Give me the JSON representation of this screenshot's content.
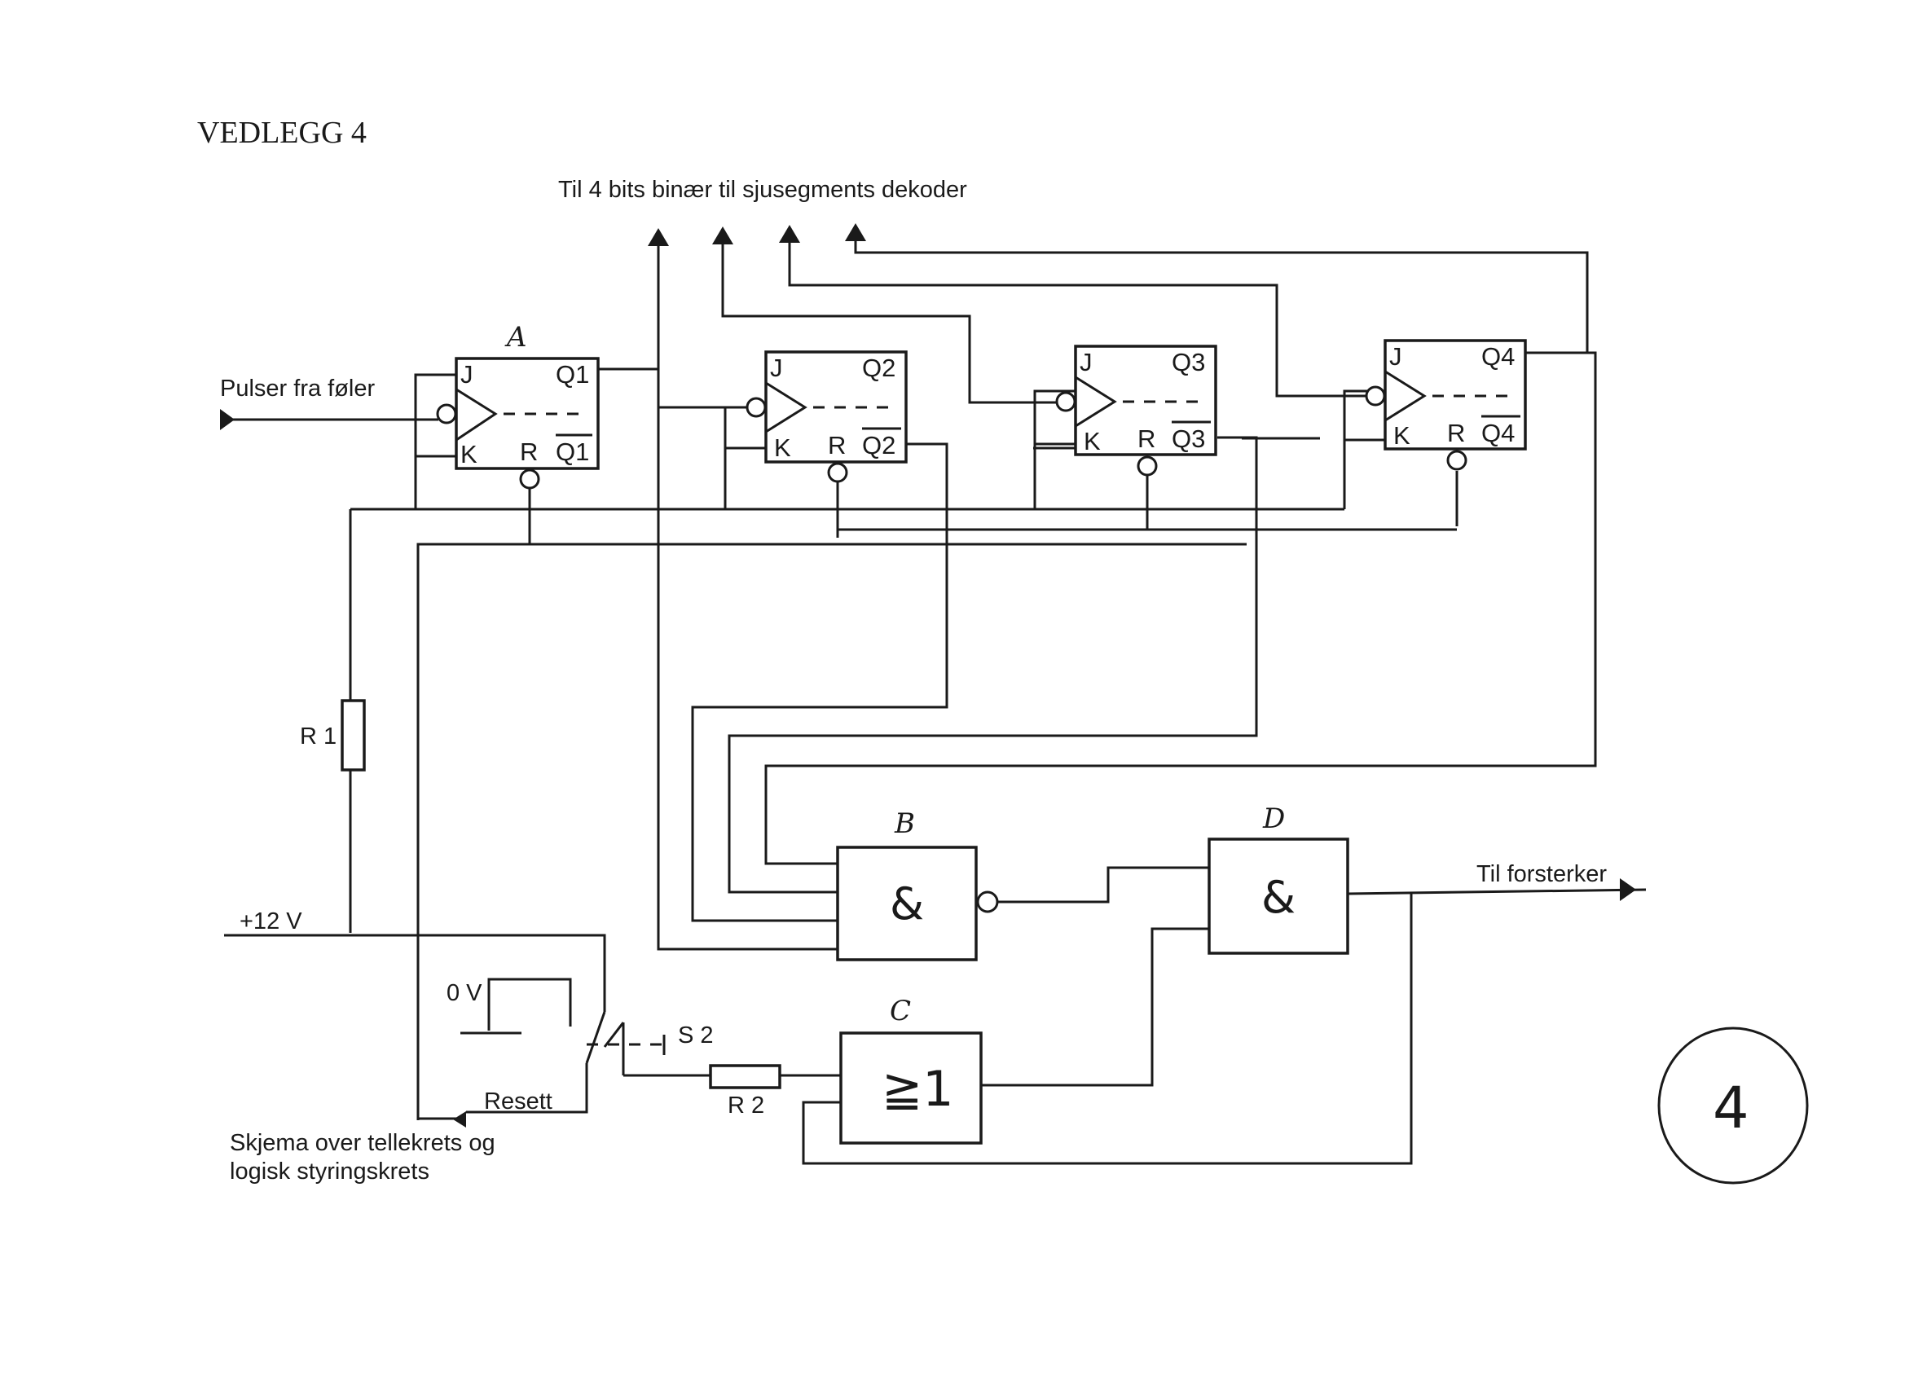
{
  "header": {
    "title": "VEDLEGG 4"
  },
  "labels": {
    "decoder": "Til 4 bits binær til sjusegments dekoder",
    "pulses": "Pulser fra føler",
    "amplifier": "Til forsterker",
    "supply": "+12 V",
    "zero_v": "0 V",
    "reset": "Resett",
    "switch": "S 2",
    "r1": "R 1",
    "r2": "R 2",
    "caption_line1": "Skjema over tellekrets og",
    "caption_line2": "logisk styringskrets",
    "page_number": "4"
  },
  "flipflops": [
    {
      "name": "A",
      "j": "J",
      "k": "K",
      "r": "R",
      "q": "Q1",
      "qbar": "Q1"
    },
    {
      "name": "",
      "j": "J",
      "k": "K",
      "r": "R",
      "q": "Q2",
      "qbar": "Q2"
    },
    {
      "name": "",
      "j": "J",
      "k": "K",
      "r": "R",
      "q": "Q3",
      "qbar": "Q3"
    },
    {
      "name": "",
      "j": "J",
      "k": "K",
      "r": "R",
      "q": "Q4",
      "qbar": "Q4"
    }
  ],
  "gates": {
    "b": {
      "name": "B",
      "symbol": "&"
    },
    "d": {
      "name": "D",
      "symbol": "&"
    },
    "c": {
      "name": "C",
      "symbol": "≧1"
    }
  }
}
